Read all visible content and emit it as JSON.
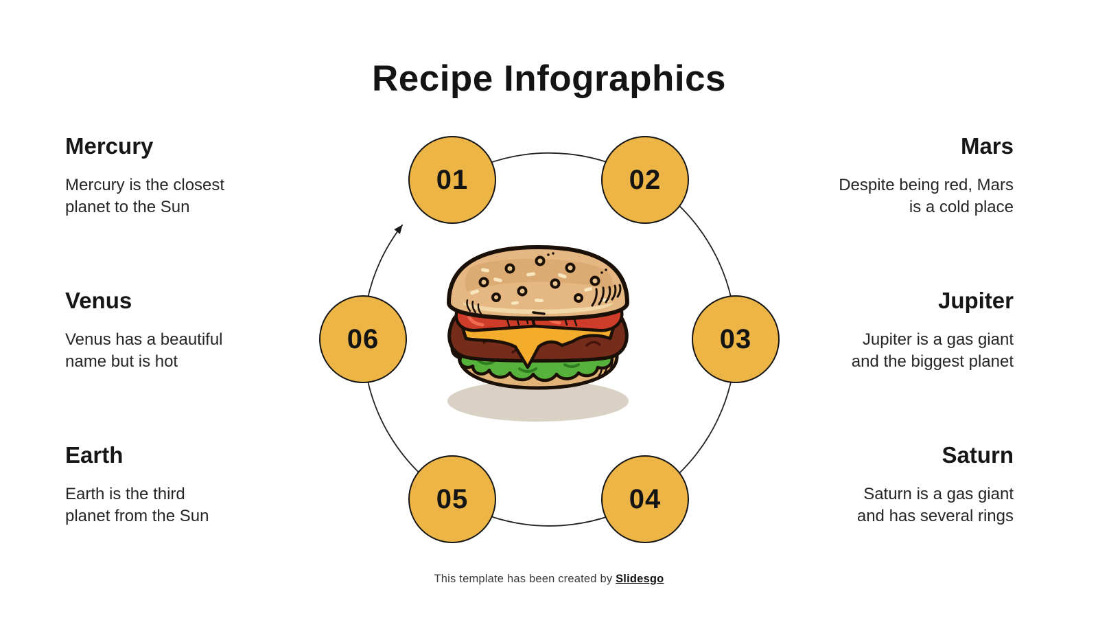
{
  "title": "Recipe Infographics",
  "panels": {
    "left": [
      {
        "heading": "Mercury",
        "body": "Mercury is the closest\nplanet to the Sun"
      },
      {
        "heading": "Venus",
        "body": "Venus has a beautiful\nname but is hot"
      },
      {
        "heading": "Earth",
        "body": "Earth is the third\nplanet from the Sun"
      }
    ],
    "right": [
      {
        "heading": "Mars",
        "body": "Despite being red, Mars\nis a cold place"
      },
      {
        "heading": "Jupiter",
        "body": "Jupiter is a gas giant\nand the biggest planet"
      },
      {
        "heading": "Saturn",
        "body": "Saturn is a gas giant\nand has several rings"
      }
    ]
  },
  "cycle": {
    "direction": "clockwise",
    "node_color": "#ECB546",
    "outline_color": "#141414",
    "center_icon": "burger-illustration",
    "nodes": [
      {
        "label": "01",
        "position": "top-left"
      },
      {
        "label": "02",
        "position": "top-right"
      },
      {
        "label": "03",
        "position": "right"
      },
      {
        "label": "04",
        "position": "bottom-right"
      },
      {
        "label": "05",
        "position": "bottom-left"
      },
      {
        "label": "06",
        "position": "left"
      }
    ]
  },
  "footer": {
    "text": "This template has been created by ",
    "brand": "Slidesgo"
  }
}
